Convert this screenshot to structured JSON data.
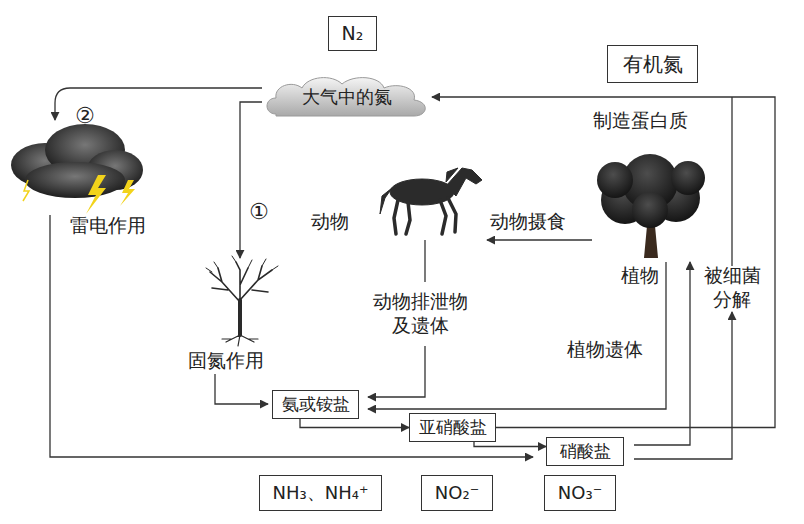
{
  "diagram": {
    "nodes": [
      {
        "text": [
          "N₂"
        ]
      },
      {
        "text": [
          "大气中的氮"
        ]
      },
      {
        "text": [
          "有机氮"
        ]
      },
      {
        "text": [
          "氨或铵盐"
        ]
      },
      {
        "text": [
          "亚硝酸盐"
        ]
      },
      {
        "text": [
          "硝酸盐"
        ]
      },
      {
        "text": [
          "NH₃、NH₄⁺"
        ]
      },
      {
        "text": [
          "NO₂⁻"
        ]
      },
      {
        "text": [
          "NO₃⁻"
        ]
      }
    ],
    "edges": [
      {
        "from": 3,
        "to": 4,
        "arrow": "to"
      },
      {
        "from": 4,
        "to": 5,
        "arrow": "to"
      },
      {
        "from": 4,
        "to": 1,
        "arrow": "to"
      }
    ],
    "labels": [
      "②",
      "雷电作用",
      "①",
      "固氮作用",
      "动物",
      "动物摄食",
      "植物",
      "制造蛋白质",
      "动物排泄物 及遗体",
      "植物遗体",
      "被细菌 分解"
    ]
  }
}
